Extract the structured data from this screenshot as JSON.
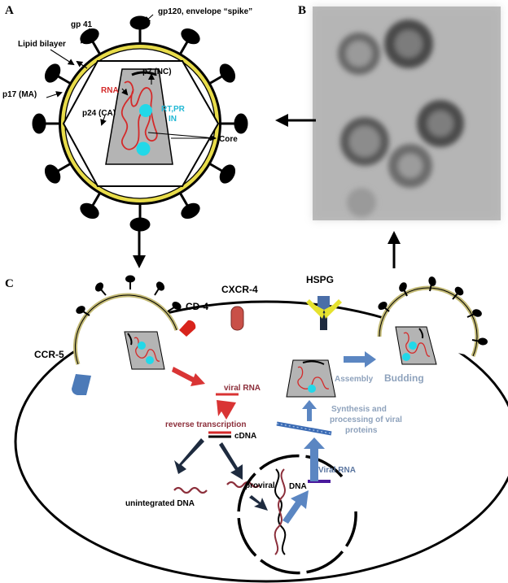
{
  "panels": {
    "a": "A",
    "b": "B",
    "c": "C"
  },
  "virion": {
    "gp41": "gp 41",
    "gp120": "gp120, envelope “spike”",
    "lipid_bilayer": "Lipid bilayer",
    "p17": "p17 (MA)",
    "p7": "p7 (NC)",
    "rna": "RNA",
    "p24": "p24 (CA)",
    "enzymes_line1": "RT,PR",
    "enzymes_line2": "IN",
    "core": "Core"
  },
  "cell": {
    "cd4": "CD-4",
    "cxcr4": "CXCR-4",
    "hspg": "HSPG",
    "ccr5": "CCR-5",
    "viral_rna_top": "viral RNA",
    "reverse_transcription": "reverse transcription",
    "cdna": "cDNA",
    "unintegrated_dna": "unintegrated DNA",
    "proviral": "proviral",
    "dna": "DNA",
    "viral_rna_nuclear": "Viral RNA",
    "synthesis_line1": "Synthesis and",
    "synthesis_line2": "processing of viral",
    "synthesis_line3": "proteins",
    "assembly": "Assembly",
    "budding": "Budding"
  },
  "colors": {
    "envelope_ring": "#e8dc4a",
    "rna_red": "#d42a2a",
    "enzyme_cyan": "#22d8e8",
    "core_gray": "#b4b4b4",
    "arrow_red": "#d93434",
    "arrow_blue": "#5b86c2",
    "arrow_dark": "#1e2b3f",
    "hspg_yellow": "#e6e22e",
    "cxcr4_red": "#c95048",
    "cd4_red": "#d8241c",
    "ccr5_blue": "#4c7ab8",
    "membrane_olive": "#c4bb76",
    "label_blue_gray": "#8ea2bc",
    "label_maroon": "#8c2f3b",
    "provirus_purple": "#4a1a9c"
  }
}
